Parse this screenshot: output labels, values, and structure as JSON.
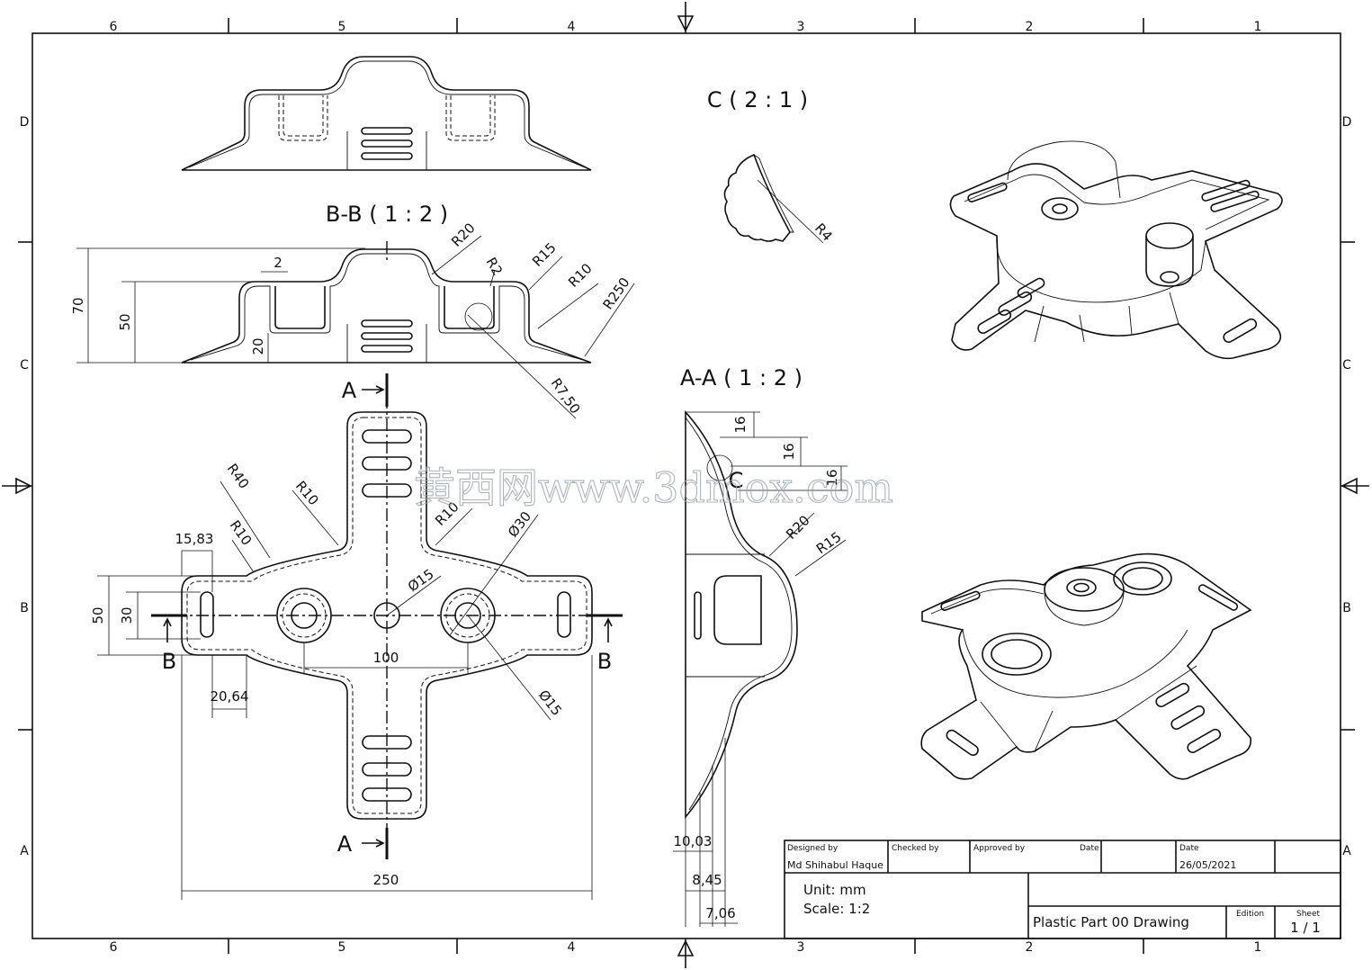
{
  "zones": {
    "columns": [
      "6",
      "5",
      "4",
      "3",
      "2",
      "1"
    ],
    "rows": [
      "D",
      "C",
      "B",
      "A"
    ]
  },
  "views": {
    "detail_c": "C ( 2 : 1 )",
    "section_bb": "B-B ( 1 : 2 )",
    "section_aa": "A-A ( 1 : 2 )"
  },
  "section_markers": {
    "a": "A",
    "b": "B",
    "c": "C"
  },
  "dimensions": {
    "bb": [
      "2",
      "70",
      "50",
      "20",
      "R20",
      "R2",
      "R15",
      "R10",
      "R250",
      "R7,50"
    ],
    "plan": [
      "R40",
      "R10",
      "R10",
      "R10",
      "15,83",
      "Ø30",
      "Ø15",
      "Ø15",
      "50",
      "30",
      "100",
      "20,64",
      "250"
    ],
    "aa": [
      "16",
      "16",
      "16",
      "R20",
      "R15",
      "10,03",
      "8,45",
      "7,06"
    ],
    "detail": [
      "R4"
    ]
  },
  "watermark": "黄西网www.3dmox.com",
  "title_block": {
    "designed_by_label": "Designed by",
    "designed_by": "Md Shihabul Haque",
    "checked_by_label": "Checked by",
    "approved_by_label": "Approved by",
    "date_label": "Date",
    "date_label_2": "Date",
    "date": "26/05/2021",
    "unit": "Unit: mm",
    "scale": "Scale: 1:2",
    "drawing_title": "Plastic Part 00 Drawing",
    "edition_label": "Edition",
    "sheet_label": "Sheet",
    "sheet": "1 / 1"
  }
}
